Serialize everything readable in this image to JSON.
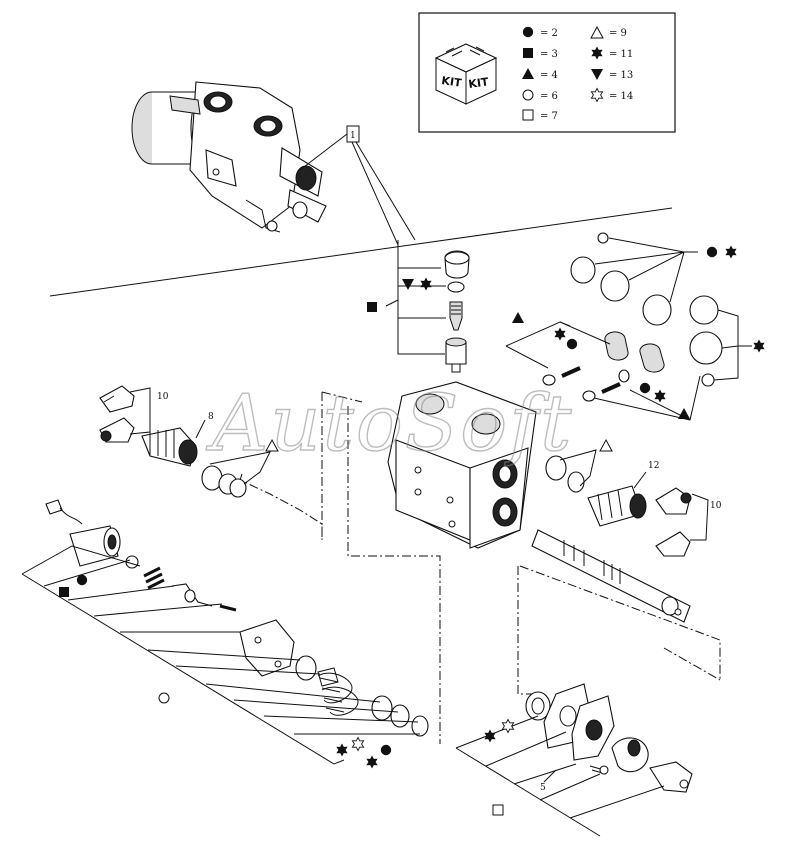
{
  "legend": {
    "kit_icon_text": [
      "KIT",
      "KIT"
    ],
    "items": [
      {
        "symbol": "filled-circle",
        "text": "= 2"
      },
      {
        "symbol": "filled-square",
        "text": "= 3"
      },
      {
        "symbol": "filled-triangle",
        "text": "= 4"
      },
      {
        "symbol": "open-circle",
        "text": "= 6"
      },
      {
        "symbol": "open-square",
        "text": "= 7"
      },
      {
        "symbol": "open-triangle",
        "text": "= 9"
      },
      {
        "symbol": "filled-star",
        "text": "= 11"
      },
      {
        "symbol": "filled-down-triangle",
        "text": "= 13"
      },
      {
        "symbol": "open-star",
        "text": "= 14"
      }
    ]
  },
  "callouts": {
    "ref_box": "1",
    "spool_pack": "10",
    "relief_valve": "8",
    "right_valve": "12",
    "right_pack": "10",
    "bottom_group": "5"
  },
  "watermark": "AutoSoft"
}
